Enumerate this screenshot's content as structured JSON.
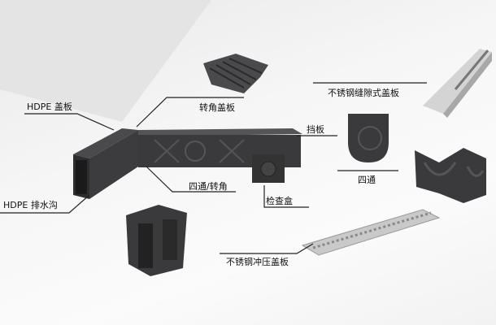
{
  "labels": {
    "hdpe_cover": "HDPE 盖板",
    "corner_cover": "转角盖板",
    "slot_cover": "不锈钢缝隙式盖板",
    "end_cap": "挡板",
    "cross_corner": "四通/转角",
    "inspection_box": "检查盒",
    "cross": "四通",
    "hdpe_channel": "HDPE 排水沟",
    "stamped_cover": "不锈钢冲压盖板"
  },
  "colors": {
    "product": "#3a3a3c",
    "grate_steel": "#c8c8c8",
    "leader": "#222222"
  }
}
